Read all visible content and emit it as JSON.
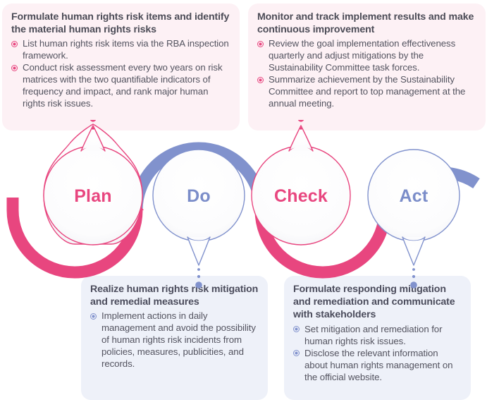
{
  "theme": {
    "pink": "#e8467f",
    "pink_dark": "#e03a78",
    "blue": "#7b8dc9",
    "card_pink_bg": "#fdf1f5",
    "card_blue_bg": "#eef1f9",
    "heading_color": "#4c4c57",
    "body_color": "#545460",
    "page_bg": "#ffffff"
  },
  "cycle": {
    "stages": [
      {
        "id": "plan",
        "label": "Plan",
        "color": "#e8467f",
        "pointer": "up",
        "linked_card": "card-plan"
      },
      {
        "id": "do",
        "label": "Do",
        "color": "#7b8dc9",
        "pointer": "down",
        "linked_card": "card-do"
      },
      {
        "id": "check",
        "label": "Check",
        "color": "#e8467f",
        "pointer": "up",
        "linked_card": "card-check"
      },
      {
        "id": "act",
        "label": "Act",
        "color": "#7b8dc9",
        "pointer": "down",
        "linked_card": "card-act"
      }
    ]
  },
  "cards": {
    "plan": {
      "title": "Formulate human rights risk items and identify the material human rights risks",
      "bullets": [
        "List human rights risk items via the RBA inspection framework.",
        "Conduct risk assessment every two years on risk matrices with the two quantifiable indicators of frequency and impact, and rank major human rights risk issues."
      ]
    },
    "check": {
      "title": "Monitor and track implement results and make continuous improvement",
      "bullets": [
        "Review the goal implementation effectiveness quarterly and adjust mitigations by the Sustainability Committee task forces.",
        "Summarize achievement by the Sustainability Committee and report to top management at the annual meeting."
      ]
    },
    "do": {
      "title": "Realize human rights risk mitigation and remedial measures",
      "bullets": [
        "Implement actions in daily management and avoid the possibility of human rights risk incidents from policies, measures, publicities, and records."
      ]
    },
    "act": {
      "title": "Formulate responding mitigation and remediation and communicate with stakeholders",
      "bullets": [
        "Set mitigation and remediation for human rights risk issues.",
        "Disclose the relevant information about human rights management on the official website."
      ]
    }
  }
}
